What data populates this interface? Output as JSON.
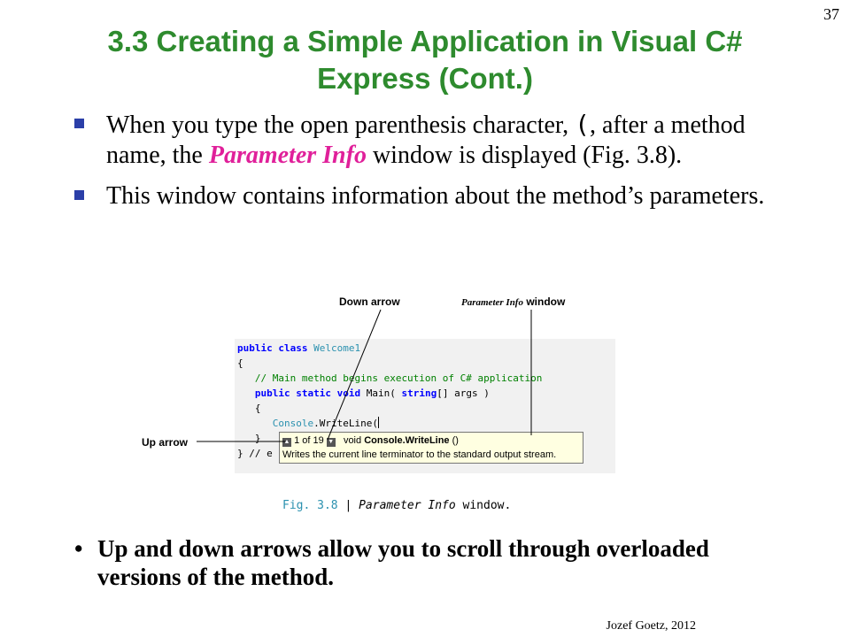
{
  "slide_number": "37",
  "title": {
    "line1": "3.3  Creating a Simple Application in Visual C#",
    "line2": "Express (Cont.)"
  },
  "bullets": [
    {
      "part1": "When you type the open parenthesis character, ",
      "paren": "(",
      "part2": ", after a method name, the ",
      "emphasis": "Parameter Info",
      "part3": " window is displayed (Fig. 3.8)."
    },
    {
      "text": "This window contains information about the method’s parameters."
    }
  ],
  "figure": {
    "callouts": {
      "down_arrow": "Down arrow",
      "param_info_italic": "Parameter Info",
      "param_info_rest": " window",
      "up_arrow": "Up arrow"
    },
    "code": {
      "l1_kw": "public class",
      "l1_name": "Welcome1",
      "l2": "{",
      "l3_comment": "// Main method begins execution of C# application",
      "l4_kw": "public static void",
      "l4_main": "Main(",
      "l4_kw2": "string",
      "l4_rest": "[] args )",
      "l5": "{",
      "l6_type": "Console",
      "l6_rest": ".WriteLine(",
      "l7": "}",
      "l8_start": "} // e"
    },
    "popup": {
      "counter": "1 of 19",
      "signature_prefix": "void ",
      "signature_name": "Console.WriteLine",
      "signature_suffix": " ()",
      "description": "Writes the current line terminator to the standard output stream."
    },
    "caption": {
      "label": "Fig. 3.8",
      "separator": " | ",
      "italic": "Parameter Info",
      "rest": " window."
    }
  },
  "bottom_bullet": {
    "dot": "•",
    "text": "Up and down arrows allow you to scroll through overloaded versions of the method."
  },
  "footer": "Jozef Goetz, 2012",
  "colors": {
    "title": "#2e8b2e",
    "emphasis": "#e0209a",
    "bullet_marker": "#2b3fa8",
    "popup_bg": "#ffffe1"
  }
}
